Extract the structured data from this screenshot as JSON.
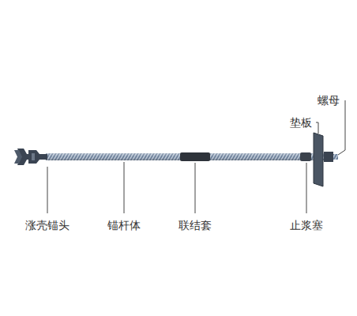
{
  "diagram": {
    "labels": [
      "螺母",
      "垫板",
      "涨壳锚头",
      "锚杆体",
      "联结套",
      "止浆塞"
    ]
  }
}
